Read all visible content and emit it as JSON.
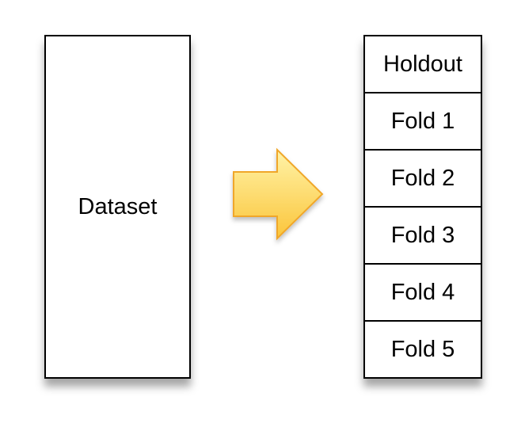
{
  "dataset": {
    "label": "Dataset"
  },
  "arrow": {
    "icon": "right-arrow-icon",
    "fill_top": "#fff3a8",
    "fill_bottom": "#fbc53a",
    "stroke": "#f0a72a"
  },
  "partitions": [
    {
      "label": "Holdout"
    },
    {
      "label": "Fold 1"
    },
    {
      "label": "Fold 2"
    },
    {
      "label": "Fold 3"
    },
    {
      "label": "Fold 4"
    },
    {
      "label": "Fold 5"
    }
  ]
}
